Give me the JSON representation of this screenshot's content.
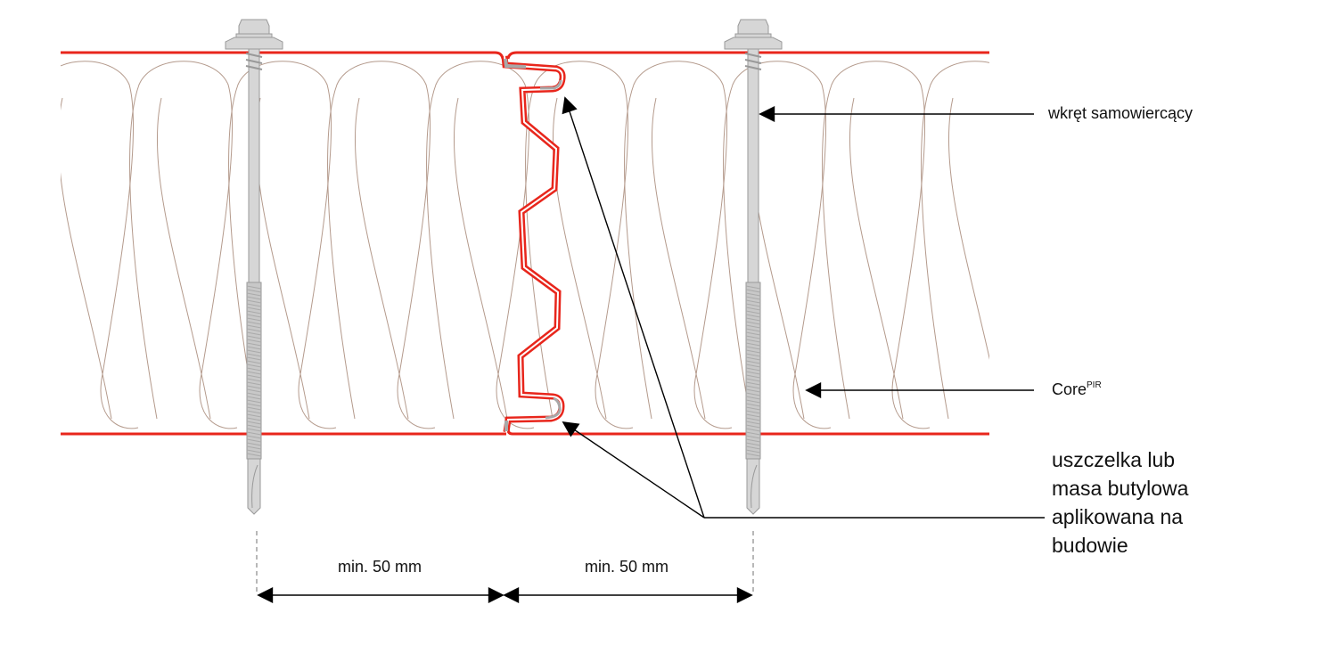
{
  "labels": {
    "screw": "wkręt samowiercący",
    "core": "Core",
    "core_sup": "PIR",
    "seal_lines": [
      "uszczelka lub",
      "masa butylowa",
      "aplikowana na",
      "budowie"
    ]
  },
  "dimensions": {
    "left": "min. 50 mm",
    "right": "min. 50 mm"
  },
  "colors": {
    "facing": "#e8261c",
    "core_fiber": "#b49a8c",
    "screw": "#d6d6d6",
    "sealant": "#a8a8a8"
  }
}
